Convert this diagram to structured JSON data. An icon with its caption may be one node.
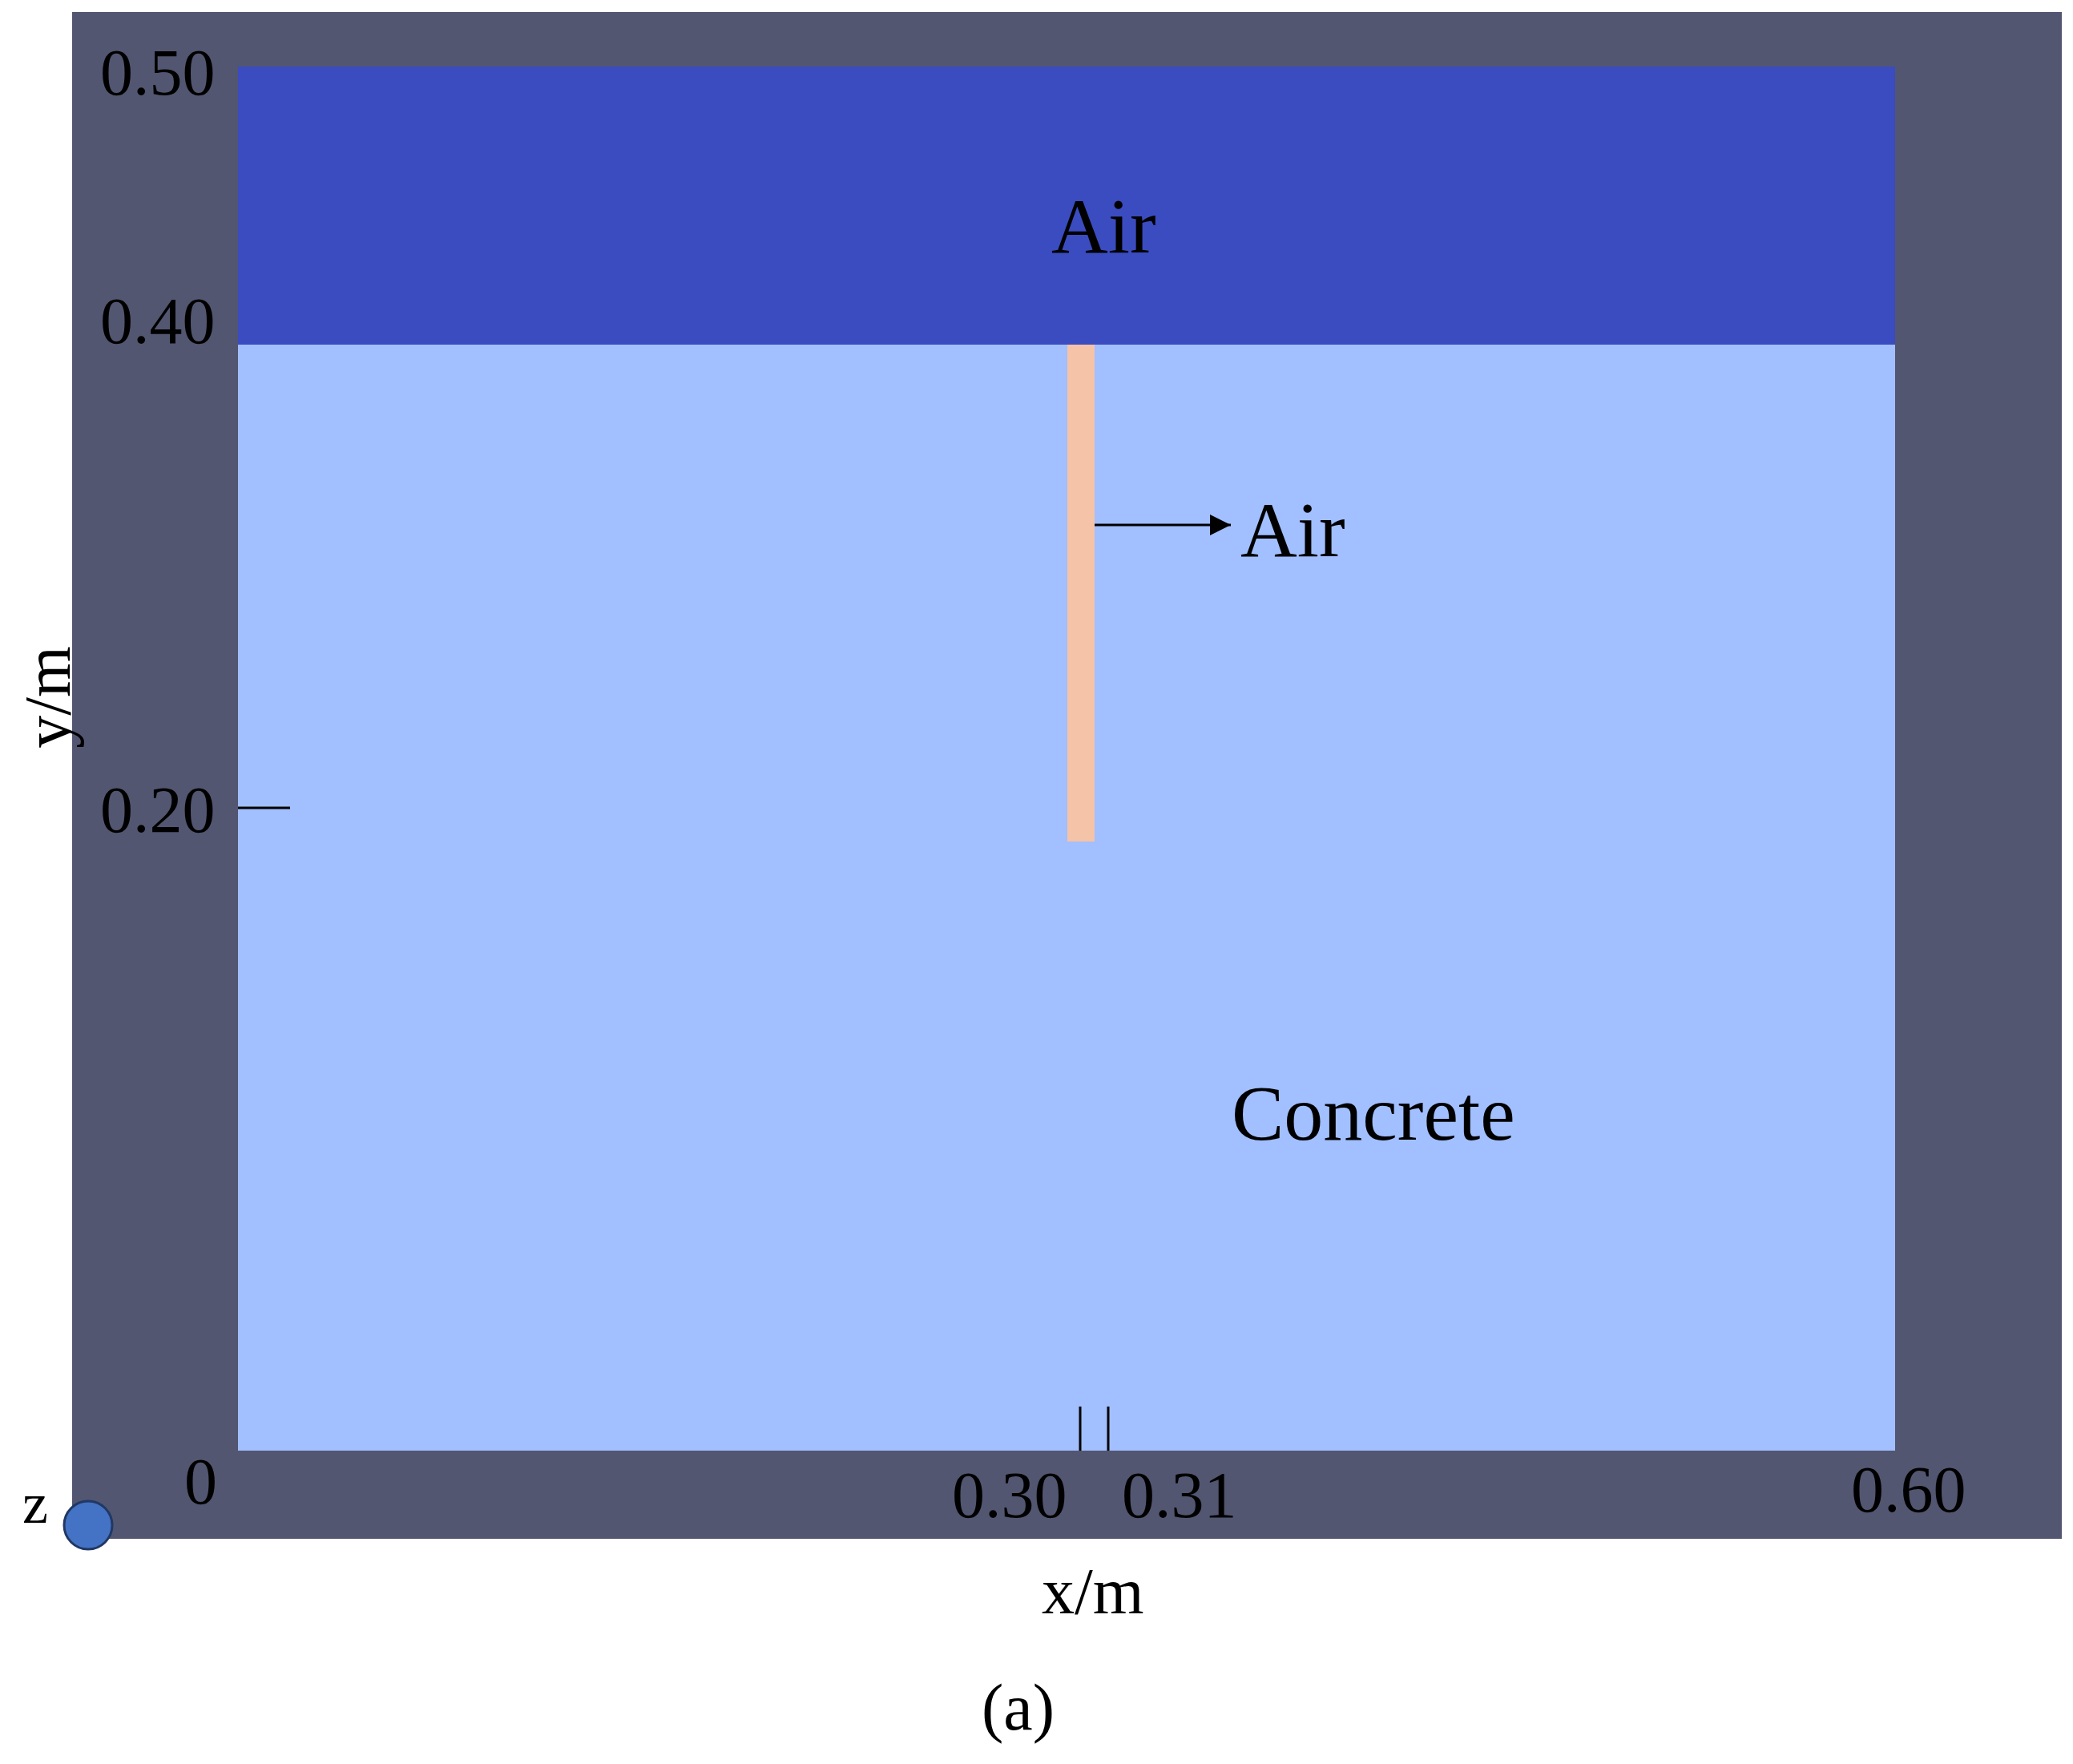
{
  "diagram": {
    "caption": "(a)",
    "nodes": [
      {
        "text": [
          "Air"
        ]
      },
      {
        "text": [
          "Concrete"
        ]
      },
      {
        "text": [],
        "shape": "bar",
        "in": 1
      },
      {
        "text": [
          "Air"
        ],
        "in": 1
      }
    ],
    "edges": [
      {
        "from": 2,
        "to": 3,
        "arrow": "to"
      }
    ],
    "labels": [
      "0.50",
      "0.40",
      "y/m",
      "0.20",
      "z",
      "0",
      "0.30",
      "0.31",
      "0.60",
      "x/m"
    ]
  }
}
